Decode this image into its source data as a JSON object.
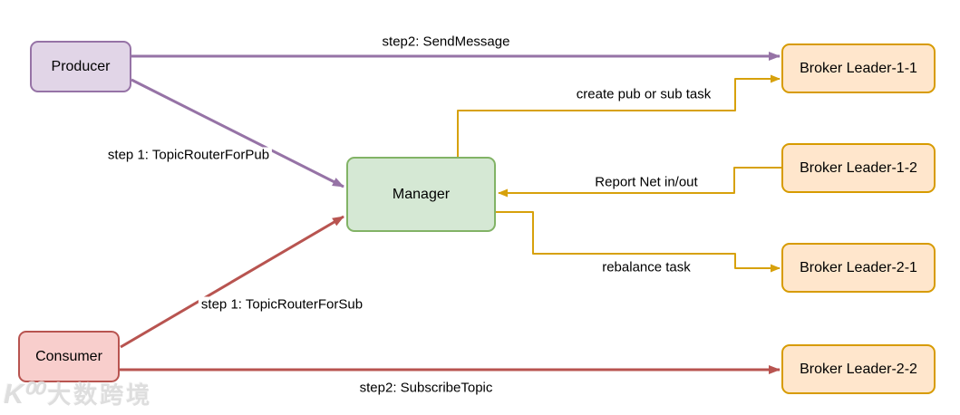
{
  "colors": {
    "purple_fill": "#E1D5E7",
    "purple_stroke": "#9673A6",
    "pink_fill": "#F8CECC",
    "pink_stroke": "#B85450",
    "green_fill": "#D5E8D4",
    "green_stroke": "#82B366",
    "orange_fill": "#FFE6CC",
    "orange_stroke": "#D79B00",
    "orange_line": "#D7A10B"
  },
  "nodes": {
    "producer": {
      "label": "Producer"
    },
    "consumer": {
      "label": "Consumer"
    },
    "manager": {
      "label": "Manager"
    },
    "broker_1_1": {
      "label": "Broker Leader-1-1"
    },
    "broker_1_2": {
      "label": "Broker Leader-1-2"
    },
    "broker_2_1": {
      "label": "Broker Leader-2-1"
    },
    "broker_2_2": {
      "label": "Broker Leader-2-2"
    }
  },
  "edges": {
    "send_message": {
      "label": "step2: SendMessage",
      "from": "Producer",
      "to": "Broker Leader-1-1"
    },
    "topic_router_pub": {
      "label": "step 1: TopicRouterForPub",
      "from": "Producer",
      "to": "Manager"
    },
    "create_task": {
      "label": "create pub or sub task",
      "from": "Manager",
      "to": "Broker Leader-1-1"
    },
    "report_net": {
      "label": "Report Net in/out",
      "from": "Broker Leader-1-2",
      "to": "Manager"
    },
    "rebalance": {
      "label": "rebalance task",
      "from": "Manager",
      "to": "Broker Leader-2-1"
    },
    "topic_router_sub": {
      "label": "step 1: TopicRouterForSub",
      "from": "Consumer",
      "to": "Manager"
    },
    "subscribe": {
      "label": "step2: SubscribeTopic",
      "from": "Consumer",
      "to": "Broker Leader-2-2"
    }
  },
  "watermark": {
    "logo": "K⁰⁰",
    "text": "大数跨境"
  }
}
